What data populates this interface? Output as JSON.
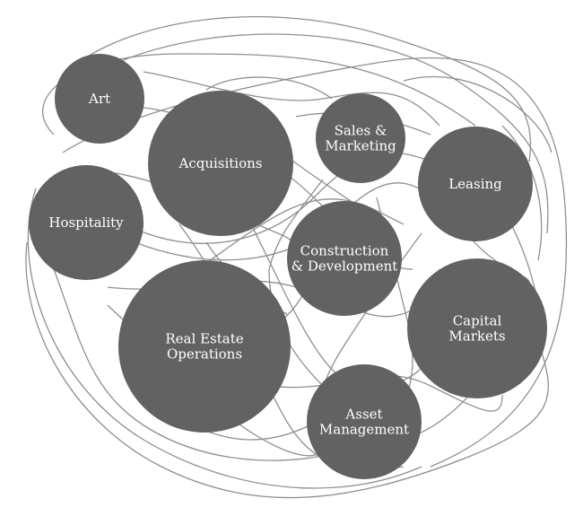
{
  "diagram": {
    "type": "network-bubble",
    "colors": {
      "node": "#626262",
      "text": "#ffffff",
      "connector": "#8f8f8f",
      "background": "#ffffff"
    },
    "nodes": [
      {
        "id": "art",
        "lines": [
          "Art"
        ]
      },
      {
        "id": "acquisitions",
        "lines": [
          "Acquisitions"
        ]
      },
      {
        "id": "sales-marketing",
        "lines": [
          "Sales &",
          "Marketing"
        ]
      },
      {
        "id": "leasing",
        "lines": [
          "Leasing"
        ]
      },
      {
        "id": "hospitality",
        "lines": [
          "Hospitality"
        ]
      },
      {
        "id": "construction-development",
        "lines": [
          "Construction",
          "& Development"
        ]
      },
      {
        "id": "real-estate-operations",
        "lines": [
          "Real Estate",
          "Operations"
        ]
      },
      {
        "id": "capital-markets",
        "lines": [
          "Capital",
          "Markets"
        ]
      },
      {
        "id": "asset-management",
        "lines": [
          "Asset",
          "Management"
        ]
      }
    ]
  }
}
